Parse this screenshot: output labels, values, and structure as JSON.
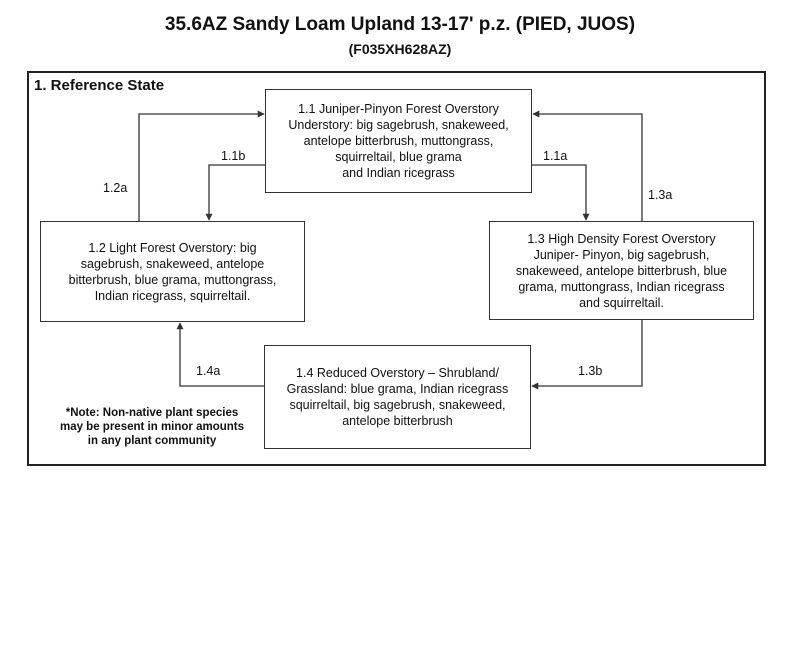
{
  "title": "35.6AZ Sandy Loam Upland 13-17' p.z. (PIED, JUOS)",
  "subtitle": "(F035XH628AZ)",
  "state": {
    "label": "1. Reference State"
  },
  "communities": {
    "c11": {
      "lines": [
        "1.1 Juniper-Pinyon Forest Overstory",
        "Understory: big sagebrush, snakeweed,",
        "antelope bitterbrush, muttongrass,",
        "squirreltail, blue grama",
        "and Indian ricegrass"
      ]
    },
    "c12": {
      "lines": [
        "1.2 Light Forest Overstory: big",
        "sagebrush, snakeweed, antelope",
        "bitterbrush, blue grama, muttongrass,",
        "Indian ricegrass, squirreltail."
      ]
    },
    "c13": {
      "lines": [
        "1.3 High Density Forest Overstory",
        "Juniper- Pinyon, big sagebrush,",
        "snakeweed, antelope bitterbrush, blue",
        "grama, muttongrass, Indian ricegrass",
        "and squirreltail."
      ]
    },
    "c14": {
      "lines": [
        "1.4 Reduced Overstory – Shrubland/",
        "Grassland: blue grama, Indian ricegrass",
        "squirreltail, big sagebrush, snakeweed,",
        "antelope bitterbrush"
      ]
    }
  },
  "transitions": {
    "t11a": "1.1a",
    "t11b": "1.1b",
    "t12a": "1.2a",
    "t13a": "1.3a",
    "t13b": "1.3b",
    "t14a": "1.4a"
  },
  "note": {
    "lines": [
      "*Note: Non-native plant species",
      "may be present in minor amounts",
      "in any plant community"
    ]
  },
  "colors": {
    "line": "#333333",
    "frame": "#222222"
  }
}
